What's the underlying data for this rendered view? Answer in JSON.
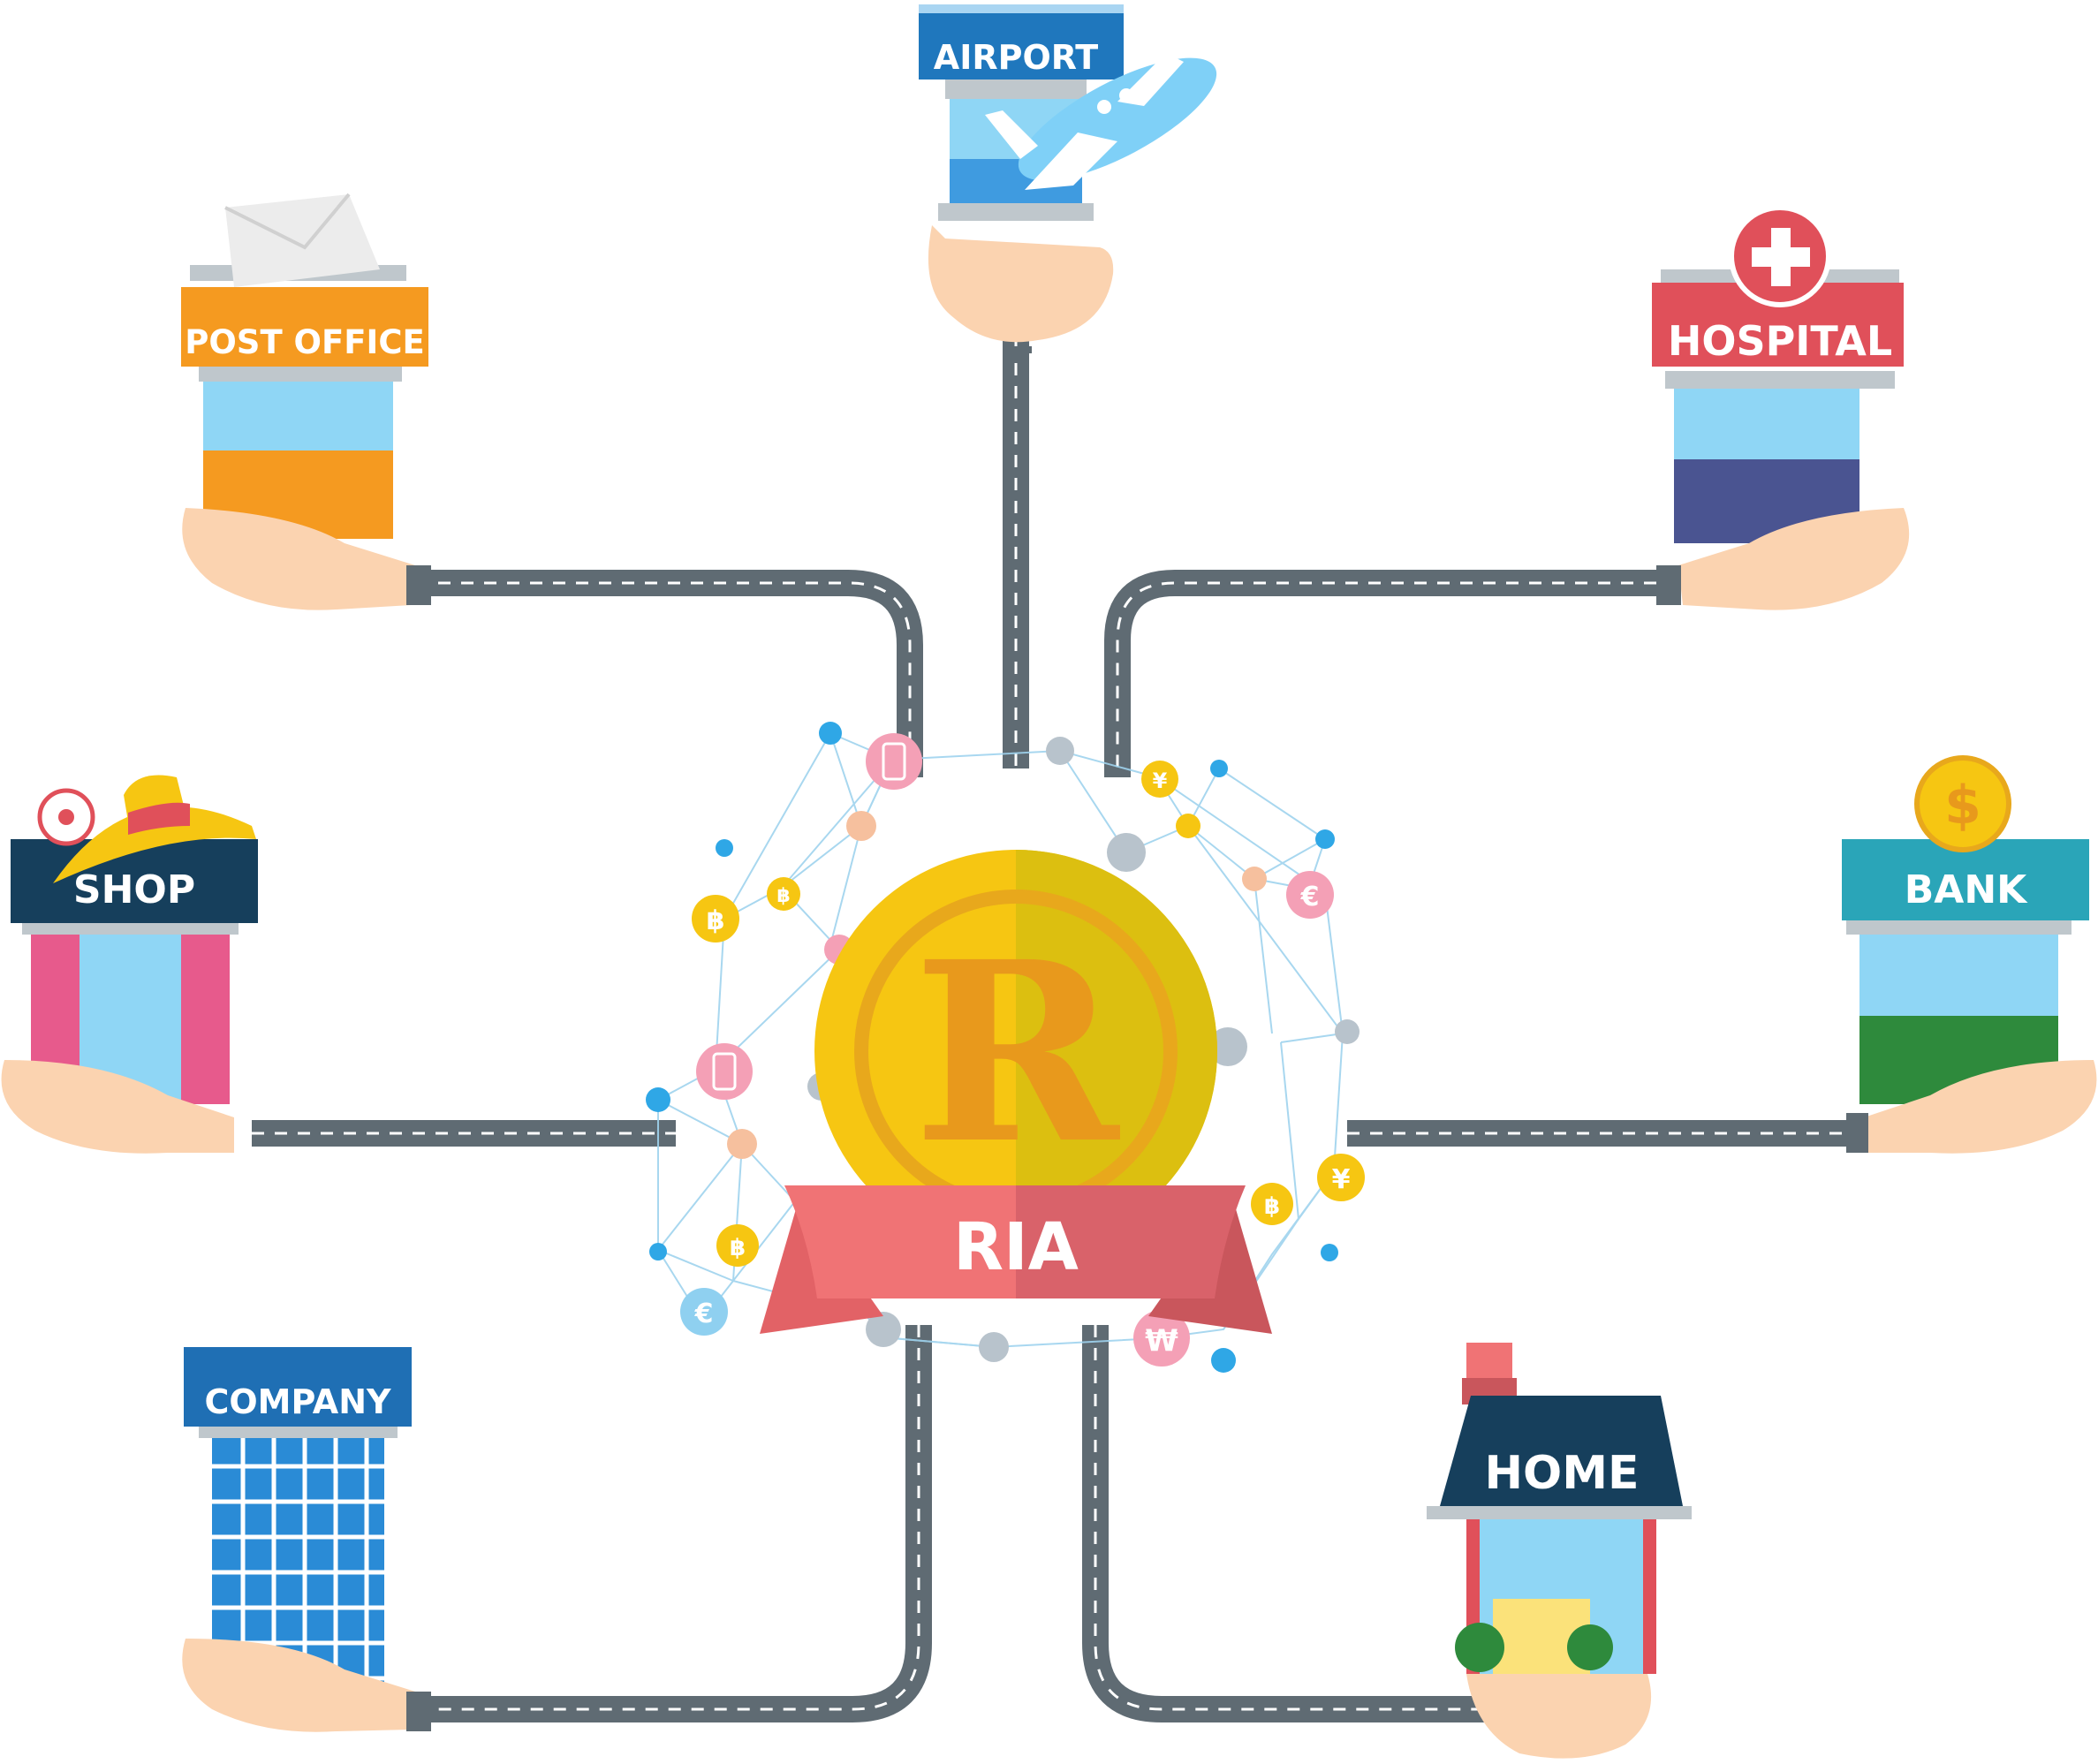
{
  "center": {
    "banner_text": "RIA",
    "coin_letter": "R"
  },
  "nodes": [
    {
      "id": "airport",
      "label": "AIRPORT",
      "icon": "airplane-icon"
    },
    {
      "id": "post-office",
      "label": "POST OFFICE",
      "icon": "envelope-icon"
    },
    {
      "id": "hospital",
      "label": "HOSPITAL",
      "icon": "red-cross-icon"
    },
    {
      "id": "shop",
      "label": "SHOP",
      "icon": "hat-icon"
    },
    {
      "id": "bank",
      "label": "BANK",
      "icon": "dollar-coin-icon"
    },
    {
      "id": "company",
      "label": "COMPANY",
      "icon": "office-tower-icon"
    },
    {
      "id": "home",
      "label": "HOME",
      "icon": "house-icon"
    }
  ],
  "network_symbols": {
    "bitcoin": "฿",
    "yen": "¥",
    "euro": "€",
    "won": "₩"
  },
  "colors": {
    "road": "#5f6b73",
    "road_dash": "#ffffff",
    "coin_gold": "#f6c612",
    "coin_dark": "#e2a31b",
    "ribbon": "#f07375",
    "ribbon_dark": "#c9565c",
    "airport_sign": "#1f77bd",
    "post_sign": "#f59a20",
    "hospital_sign": "#e0505a",
    "shop_sign": "#163f5c",
    "bank_sign": "#2aa5b8",
    "company_sign": "#1f6fb4",
    "home_roof": "#163f5c",
    "skin": "#fbd3b0",
    "network_line": "#9fd3ee"
  }
}
